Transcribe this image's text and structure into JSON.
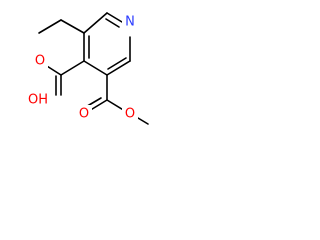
{
  "molecule": {
    "atoms": {
      "ring_nitrogen": "N",
      "hydroxyl_oxygen": "OH",
      "carboxyl_carbonyl_oxygen": "O",
      "ester_carbonyl_oxygen": "O",
      "ester_oxygen": "O"
    },
    "colors": {
      "nitrogen": "#2b3cff",
      "oxygen": "#ff0000",
      "bond": "#000000"
    }
  }
}
